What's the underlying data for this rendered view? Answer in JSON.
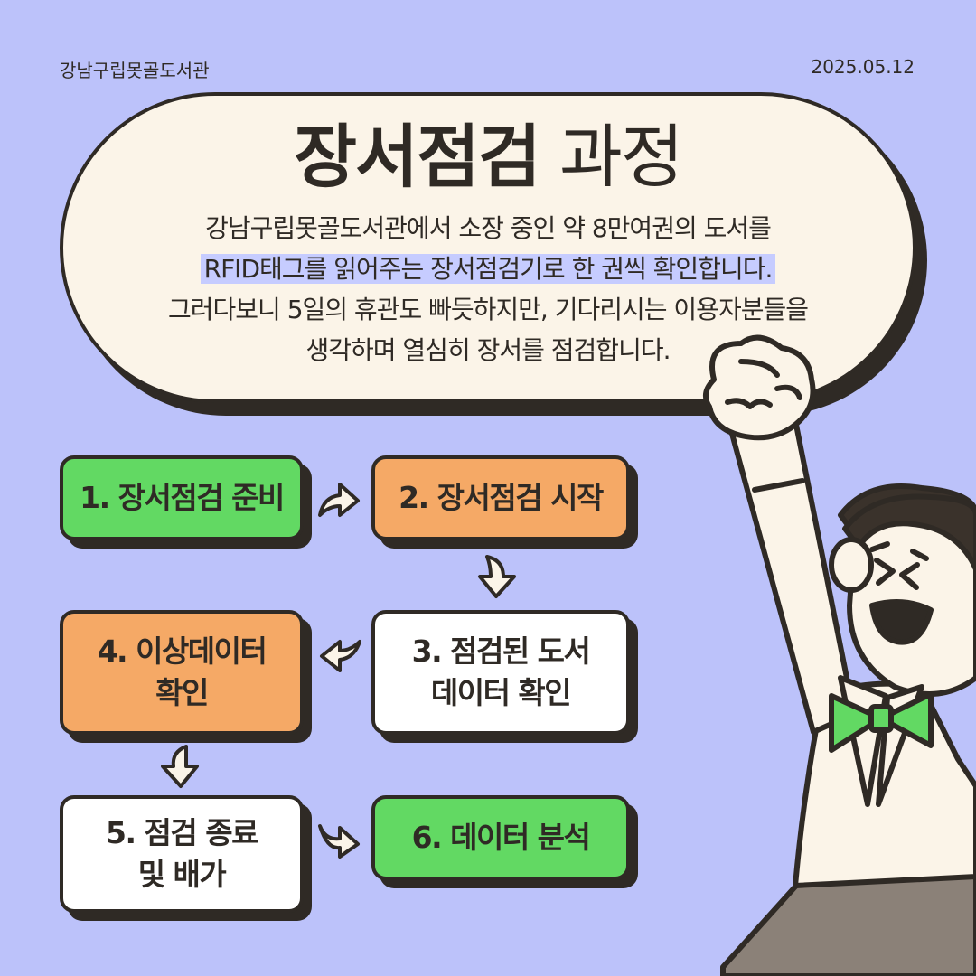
{
  "header": {
    "organization": "강남구립못골도서관",
    "date": "2025.05.12"
  },
  "title": {
    "bold": "장서점검",
    "light": "과정"
  },
  "description": {
    "line1": "강남구립못골도서관에서 소장 중인 약 8만여권의 도서를",
    "line2": "RFID태그를 읽어주는 장서점검기로 한 권씩 확인합니다.",
    "line3": "그러다보니 5일의 휴관도 빠듯하지만, 기다리시는 이용자분들을",
    "line4": "생각하며 열심히 장서를 점검합니다."
  },
  "steps": [
    {
      "label": "1. 장서점검 준비"
    },
    {
      "label": "2. 장서점검 시작"
    },
    {
      "label": "3. 점검된 도서\n데이터 확인"
    },
    {
      "label": "4. 이상데이터\n확인"
    },
    {
      "label": "5. 점검 종료\n및 배가"
    },
    {
      "label": "6. 데이터 분석"
    }
  ],
  "colors": {
    "background": "#bcc2fa",
    "bubble": "#fbf4e8",
    "outline": "#2f2a25",
    "green": "#62d963",
    "orange": "#f5a966",
    "white": "#ffffff",
    "highlight": "#c6ccff",
    "skirt": "#8b8178"
  },
  "icons": [
    "arrow-right-icon",
    "arrow-down-icon",
    "arrow-left-icon",
    "cheering-woman-illustration"
  ]
}
